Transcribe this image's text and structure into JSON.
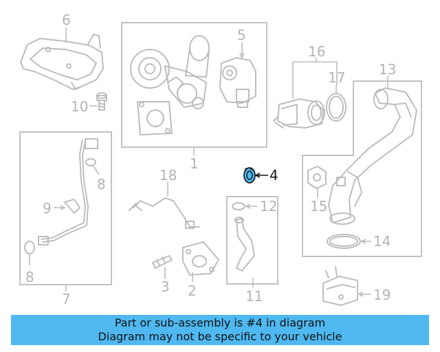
{
  "callouts": {
    "c1": "1",
    "c2": "2",
    "c3": "3",
    "c4": "4",
    "c5": "5",
    "c6": "6",
    "c7": "7",
    "c8a": "8",
    "c8b": "8",
    "c9": "9",
    "c10": "10",
    "c11": "11",
    "c12": "12",
    "c13": "13",
    "c14": "14",
    "c15": "15",
    "c16": "16",
    "c17": "17",
    "c18": "18",
    "c19": "19"
  },
  "highlight": {
    "part_number": "4",
    "color": "#4fb8f0"
  },
  "banner": {
    "line1": "Part or sub-assembly is #4 in diagram",
    "line2": "Diagram may not be specific to your vehicle",
    "background": "#4fb8f0"
  }
}
